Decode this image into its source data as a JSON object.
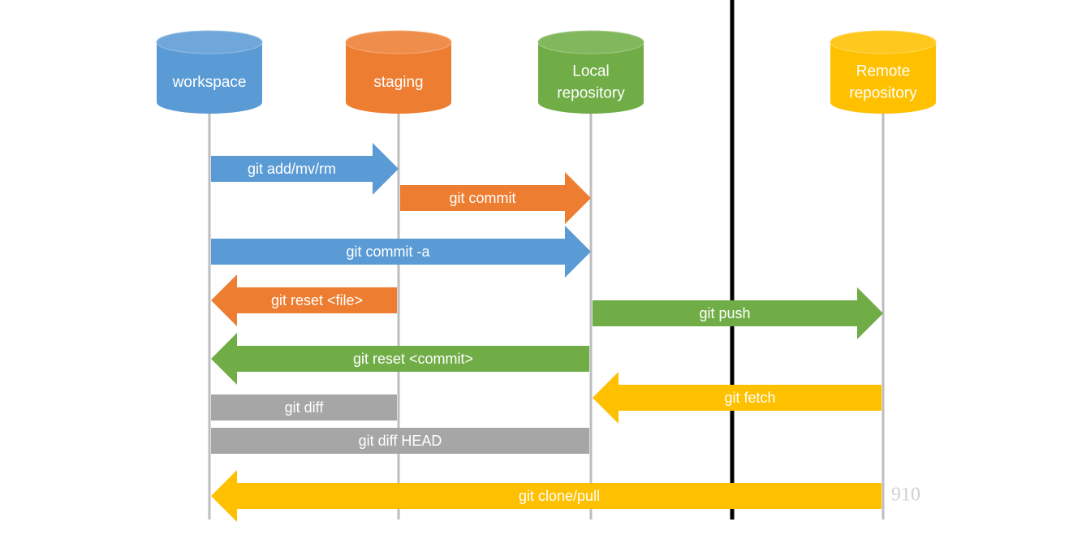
{
  "colors": {
    "blue": "#5b9bd5",
    "orange": "#ed7d31",
    "green": "#70ad47",
    "yellow": "#ffc000",
    "gray": "#a6a6a6"
  },
  "nodes": [
    {
      "id": "workspace",
      "lines": [
        "workspace"
      ],
      "color": "blue"
    },
    {
      "id": "staging",
      "lines": [
        "staging"
      ],
      "color": "orange"
    },
    {
      "id": "local",
      "lines": [
        "Local",
        "repository"
      ],
      "color": "green"
    },
    {
      "id": "remote",
      "lines": [
        "Remote",
        "repository"
      ],
      "color": "yellow"
    }
  ],
  "operations": [
    {
      "label": "git add/mv/rm",
      "from": "workspace",
      "to": "staging",
      "color": "blue",
      "direction": "right"
    },
    {
      "label": "git commit",
      "from": "staging",
      "to": "local",
      "color": "orange",
      "direction": "right"
    },
    {
      "label": "git commit -a",
      "from": "workspace",
      "to": "local",
      "color": "blue",
      "direction": "right"
    },
    {
      "label": "git reset <file>",
      "from": "staging",
      "to": "workspace",
      "color": "orange",
      "direction": "left"
    },
    {
      "label": "git push",
      "from": "local",
      "to": "remote",
      "color": "green",
      "direction": "right"
    },
    {
      "label": "git reset <commit>",
      "from": "local",
      "to": "workspace",
      "color": "green",
      "direction": "left"
    },
    {
      "label": "git fetch",
      "from": "remote",
      "to": "local",
      "color": "yellow",
      "direction": "left"
    },
    {
      "label": "git diff",
      "from": "workspace",
      "to": "staging",
      "color": "gray",
      "direction": "none"
    },
    {
      "label": "git diff HEAD",
      "from": "workspace",
      "to": "local",
      "color": "gray",
      "direction": "none"
    },
    {
      "label": "git clone/pull",
      "from": "remote",
      "to": "workspace",
      "color": "yellow",
      "direction": "left"
    }
  ],
  "watermark": "910"
}
